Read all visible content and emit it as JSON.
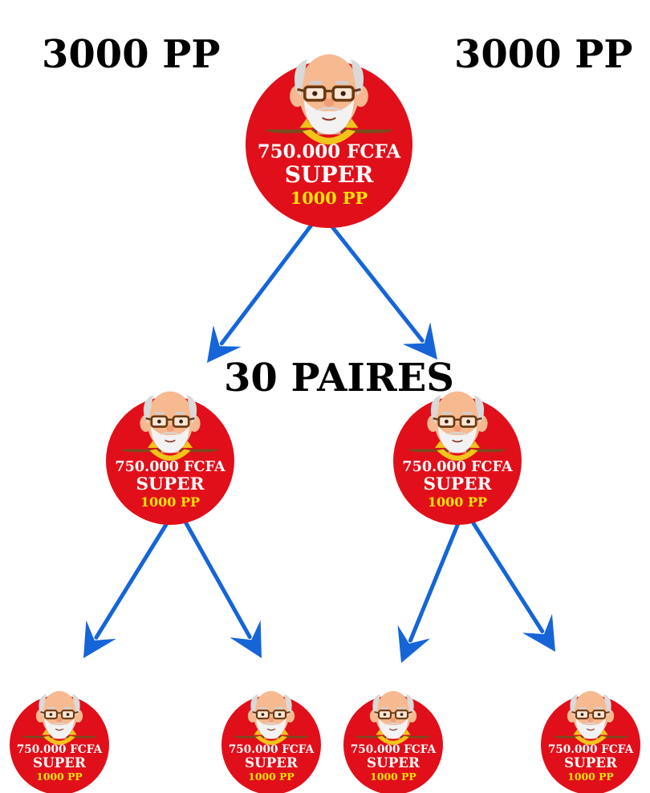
{
  "labels": {
    "left_pp": "3000 PP",
    "right_pp": "3000 PP",
    "pairs": "30 PAIRES"
  },
  "node_template": {
    "amount": "750.000 FCFA",
    "rank": "SUPER",
    "points": "1000 PP"
  },
  "colors": {
    "circle": "#e10f1a",
    "amount_text": "#ffffff",
    "rank_text": "#ffffff",
    "points_text": "#ffe600",
    "arrow": "#1565d8",
    "skin": "#f7b98f",
    "hair": "#d9d9d9",
    "beard": "#f2f2f2",
    "sweater": "#7a4a1f",
    "collar": "#f0c419",
    "glasses": "#6b3a12"
  },
  "tree": {
    "levels": 3,
    "children_per_node": 2
  }
}
